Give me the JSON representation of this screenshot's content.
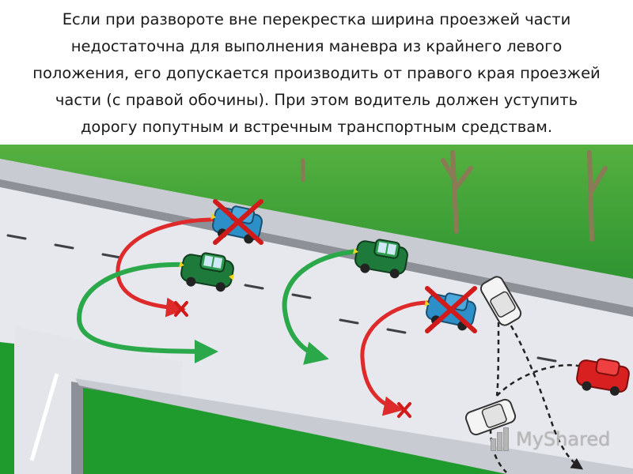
{
  "caption": {
    "lines": [
      "Если при развороте вне перекрестка ширина проезжей части",
      "недостаточна для выполнения маневра из крайнего левого",
      "положения, его допускается производить от правого края проезжей",
      "части (с правой обочины). При этом водитель должен уступить",
      "дорогу попутным и встречным транспортным средствам."
    ]
  },
  "watermark": {
    "text": "MyShared"
  },
  "colors": {
    "road": "#e6e8ee",
    "curb": "#8d9096",
    "grass": "#1f9a2c",
    "green_car": "#1e7a3a",
    "red_car": "#d92020",
    "blue_car": "#2d8fc8",
    "green_arrow": "#2aa84a",
    "red_arrow": "#de2a2a"
  },
  "icons": [
    "red-x-mark",
    "watermark-bars-icon"
  ]
}
